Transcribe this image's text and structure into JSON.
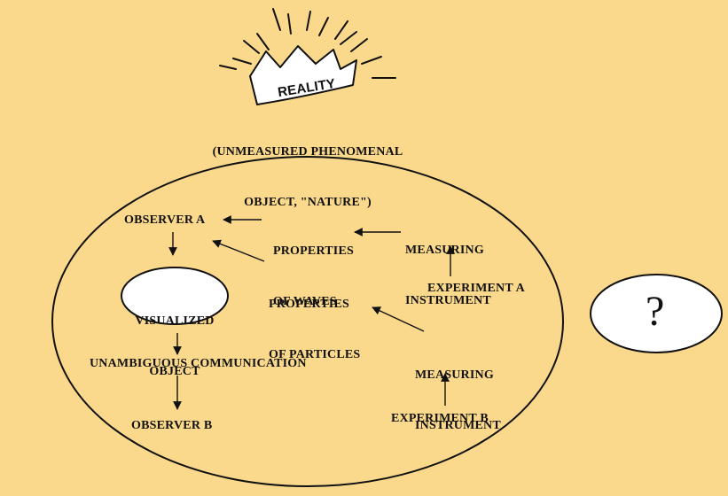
{
  "reality": {
    "crown_label": "REALITY",
    "caption_line1": "(UNMEASURED PHENOMENAL",
    "caption_line2": "OBJECT, \"NATURE\")"
  },
  "nodes": {
    "observer_a": "OBSERVER A",
    "visualized_object_line1": "VISUALIZED",
    "visualized_object_line2": "OBJECT",
    "unambiguous_communication": "UNAMBIGUOUS COMMUNICATION",
    "observer_b": "OBSERVER B",
    "properties_waves_line1": "PROPERTIES",
    "properties_waves_line2": "OF WAVES",
    "properties_particles_line1": "PROPERTIES",
    "properties_particles_line2": "OF PARTICLES",
    "measuring_instrument_a_line1": "MEASURING",
    "measuring_instrument_a_line2": "INSTRUMENT",
    "experiment_a": "EXPERIMENT A",
    "measuring_instrument_b_line1": "MEASURING",
    "measuring_instrument_b_line2": "INSTRUMENT",
    "experiment_b": "EXPERIMENT B"
  },
  "unknown": {
    "symbol": "?"
  },
  "colors": {
    "background": "#fbd98c",
    "ink": "#111111",
    "bubble": "#ffffff"
  }
}
